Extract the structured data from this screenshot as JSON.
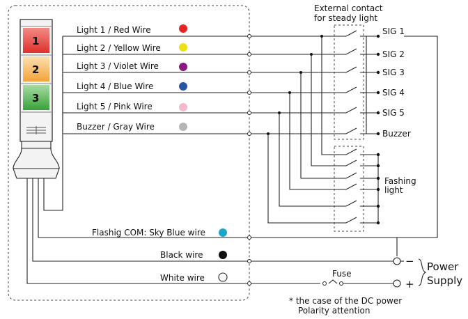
{
  "wires": [
    {
      "label": "Light 1 / Red Wire",
      "color": "#e52521"
    },
    {
      "label": "Light 2 / Yellow Wire",
      "color": "#ece114"
    },
    {
      "label": "Light 3 / Violet Wire",
      "color": "#8a1a7e"
    },
    {
      "label": "Light 4 / Blue Wire",
      "color": "#2456a5"
    },
    {
      "label": "Light 5 / Pink Wire",
      "color": "#f6b8cc"
    },
    {
      "label": "Buzzer / Gray Wire",
      "color": "#b5b5b5"
    }
  ],
  "signals": [
    "SIG 1",
    "SIG 2",
    "SIG 3",
    "SIG 4",
    "SIG 5",
    "Buzzer"
  ],
  "external_contact": {
    "line1": "External contact",
    "line2": "for steady light"
  },
  "flashing": {
    "line1": "Fashing",
    "line2": "light"
  },
  "flash_com": {
    "label": "Flashig COM: Sky Blue wire",
    "color": "#1aa7c8"
  },
  "black_wire": {
    "label": "Black wire",
    "color": "#111111"
  },
  "white_wire": {
    "label": "White wire",
    "color": "#ffffff"
  },
  "fuse_label": "Fuse",
  "minus": "−",
  "plus": "+",
  "power": {
    "line1": "Power",
    "line2": "Supply"
  },
  "note": {
    "line1": "* the case of the DC power",
    "line2": "Polarity attention"
  },
  "tower": {
    "segments": [
      {
        "num": "1",
        "top": "#f07a7a",
        "bottom": "#e0302a"
      },
      {
        "num": "2",
        "top": "#fbd9a3",
        "bottom": "#f3a33a"
      },
      {
        "num": "3",
        "top": "#9fd49a",
        "bottom": "#3ba33a"
      }
    ]
  }
}
